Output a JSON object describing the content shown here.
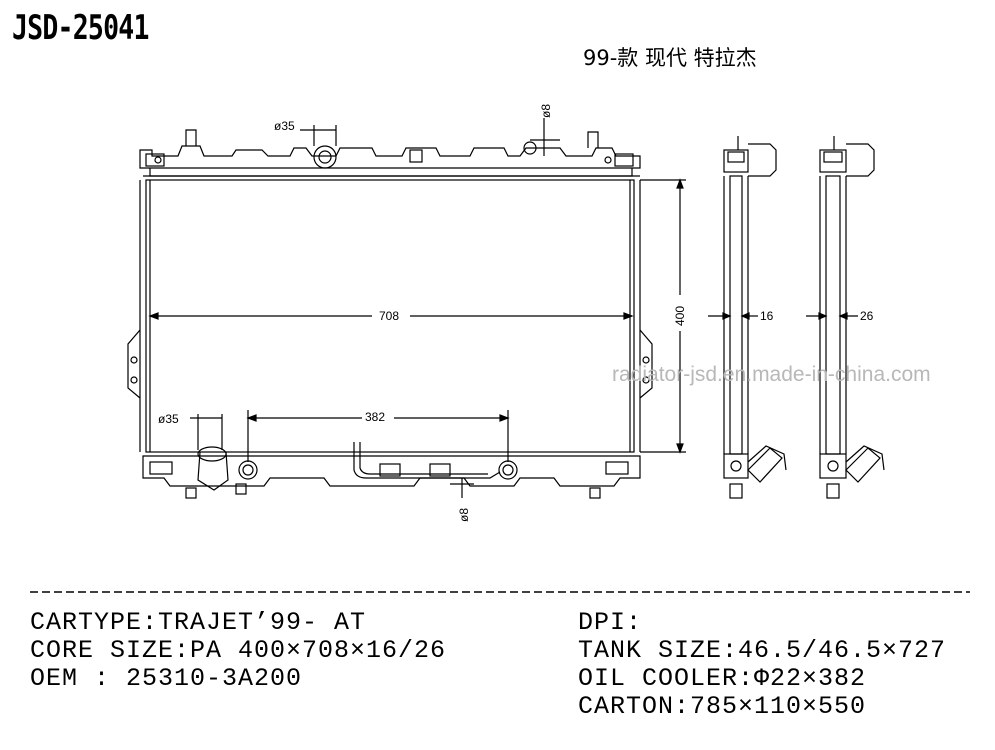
{
  "header": {
    "code": "JSD-25041",
    "model": "99-款 现代 特拉杰"
  },
  "watermark": "radiator-jsd.en.made-in-china.com",
  "dimensions": {
    "top_inlet": "ø35",
    "top_vent": "ø8",
    "width": "708",
    "height": "400",
    "bottom_outlet": "ø35",
    "oil_cooler_length": "382",
    "bottom_fitting": "ø8",
    "side_a": "16",
    "side_b": "26"
  },
  "specs": {
    "left": [
      "CARTYPE:TRAJET’99- AT",
      "CORE SIZE:PA 400×708×16/26",
      "OEM : 25310-3A200"
    ],
    "right": [
      "DPI:",
      "TANK SIZE:46.5/46.5×727",
      "OIL COOLER:Φ22×382",
      "CARTON:785×110×550"
    ]
  }
}
